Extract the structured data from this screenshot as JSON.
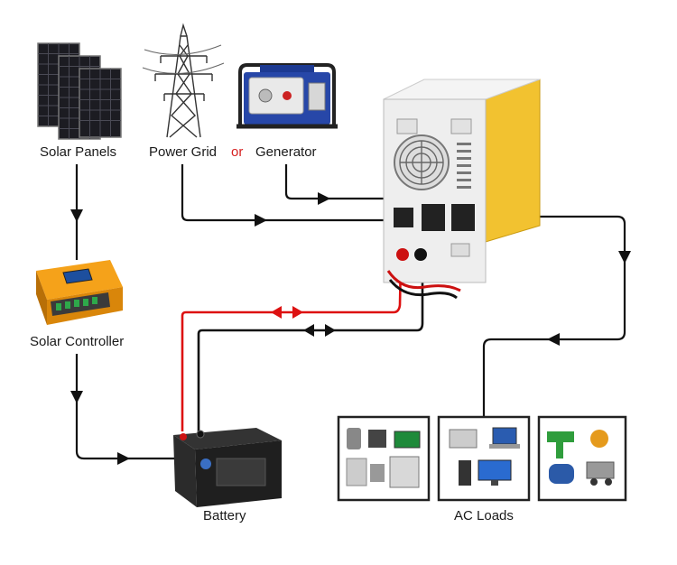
{
  "labels": {
    "solar_panels": "Solar Panels",
    "power_grid": "Power Grid",
    "or": "or",
    "generator": "Generator",
    "solar_controller": "Solar Controller",
    "battery": "Battery",
    "ac_loads": "AC Loads"
  },
  "colors": {
    "wire_black": "#111111",
    "wire_red": "#dd1111",
    "or_text": "#d62020",
    "inverter_body": "#eeeeee",
    "inverter_side": "#f2c230",
    "controller_orange": "#f5a21a"
  }
}
